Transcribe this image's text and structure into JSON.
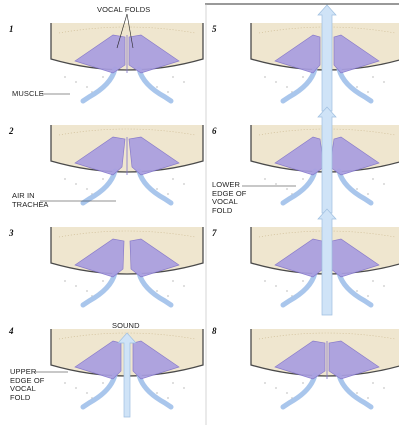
{
  "labels": {
    "vocal_folds": "VOCAL FOLDS",
    "muscle": "MUSCLE",
    "air_in_trachea": "AIR IN TRACHEA",
    "sound": "SOUND",
    "upper_edge": "UPPER EDGE OF VOCAL FOLD",
    "lower_edge": "LOWER EDGE OF VOCAL FOLD"
  },
  "panels": [
    {
      "number": "1",
      "state": "closed",
      "arrow": "none"
    },
    {
      "number": "2",
      "state": "lower-parting",
      "arrow": "none"
    },
    {
      "number": "3",
      "state": "opening",
      "arrow": "none"
    },
    {
      "number": "4",
      "state": "open",
      "arrow": "sound"
    },
    {
      "number": "5",
      "state": "open-wide",
      "arrow": "air"
    },
    {
      "number": "6",
      "state": "closing-lower",
      "arrow": "air"
    },
    {
      "number": "7",
      "state": "closing",
      "arrow": "air"
    },
    {
      "number": "8",
      "state": "closed",
      "arrow": "none"
    }
  ],
  "colors": {
    "cartilage": "#efe6cf",
    "cartilage_dots": "#c8b48a",
    "frame": "#4a4a4a",
    "fold": "#a99ee0",
    "fold_dark": "#8173c9",
    "wall": "#a9c6ec",
    "air_arrow": "#cfe3f7"
  }
}
